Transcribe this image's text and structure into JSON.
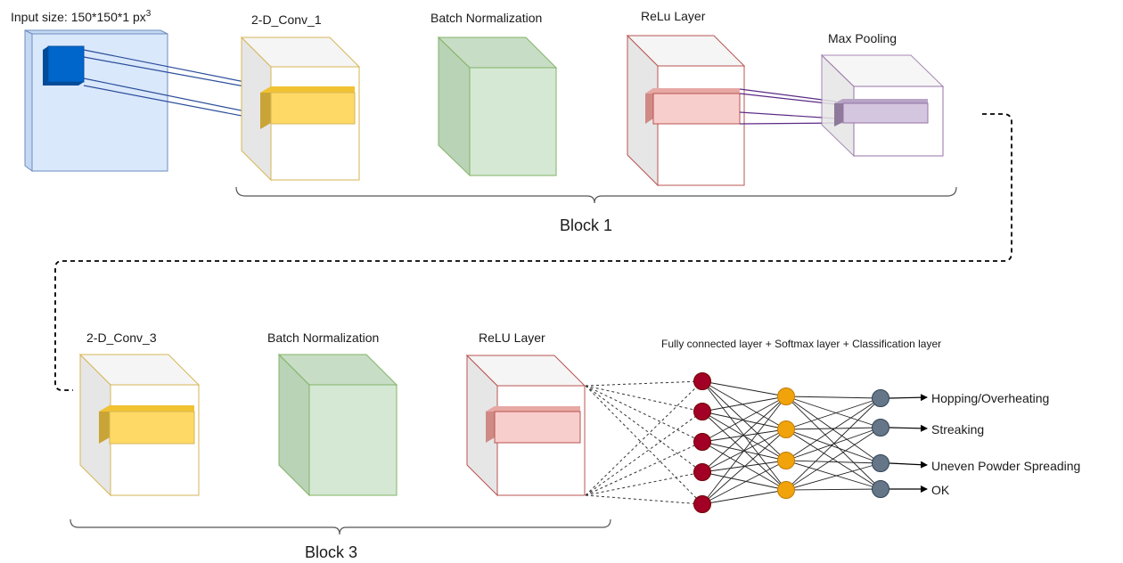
{
  "block1": {
    "input_label": "Input size: 150*150*1 px",
    "input_label_sup": "3",
    "layers": [
      {
        "label": "2-D_Conv_1"
      },
      {
        "label": "Batch Normalization"
      },
      {
        "label": "ReLu Layer"
      },
      {
        "label": "Max Pooling"
      }
    ],
    "brace_label": "Block 1"
  },
  "block3": {
    "layers": [
      {
        "label": "2-D_Conv_3"
      },
      {
        "label": "Batch Normalization"
      },
      {
        "label": "ReLU Layer"
      }
    ],
    "brace_label": "Block 3"
  },
  "fc": {
    "title": "Fully connected layer + Softmax layer + Classification layer",
    "outputs": [
      "Hopping/Overheating",
      "Streaking",
      "Uneven Powder Spreading",
      "OK"
    ]
  },
  "colors": {
    "input_face": "#dae8fc",
    "input_stroke": "#6c8ebf",
    "input_kernel": "#0066cc",
    "conv_stroke": "#d6b656",
    "conv_block": "#ffd966",
    "bn_face": "#d5e8d4",
    "bn_stroke": "#82b366",
    "relu_stroke": "#b85450",
    "relu_block": "#f8cecc",
    "pool_stroke": "#9673a6",
    "pool_block": "#e1d5e7",
    "fc_layer1": "#a20025",
    "fc_layer2": "#f0a30a",
    "fc_layer3": "#647687"
  }
}
